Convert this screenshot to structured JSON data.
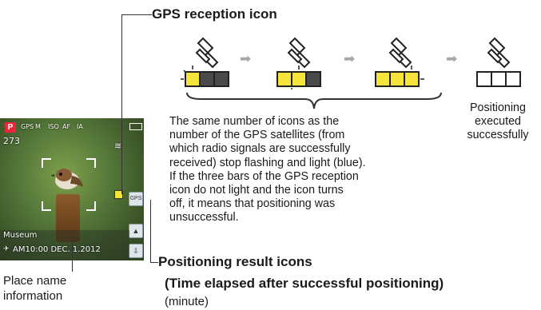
{
  "labels": {
    "gps_reception_icon": "GPS reception icon",
    "positioning_result_icons": "Positioning result icons",
    "time_elapsed": "(Time elapsed after successful positioning)",
    "minute": "(minute)",
    "place_name_line1": "Place name",
    "place_name_line2": "information",
    "positioning_executed": [
      "Positioning",
      "executed",
      "successfully"
    ]
  },
  "description_lines": [
    "The same number of icons as the",
    "number of the GPS satellites (from",
    "which radio signals are successfully",
    "received) stop flashing and light (blue).",
    "If the three bars of the GPS reception",
    "icon do not light and the icon turns",
    "off, it means that positioning was",
    "unsuccessful."
  ],
  "screen": {
    "mode": "P",
    "shots_remaining": "273",
    "place": "Museum",
    "datetime": "AM10:00 DEC. 1.2012",
    "gps_tag": "GPS",
    "top_icons": [
      "GPS",
      "M",
      "ISO",
      "AF",
      "IA"
    ]
  },
  "colors": {
    "bar_lit": "#f5e43a",
    "bar_dark": "#4a4a4a",
    "arrow": "#a8a8a8"
  }
}
